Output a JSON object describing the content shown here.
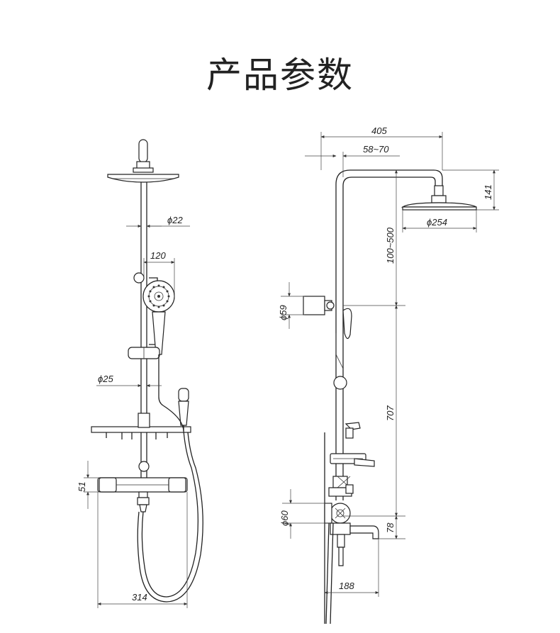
{
  "title": "产品参数",
  "front_view": {
    "pipe_diameter": "ϕ22",
    "handshower_width": "120",
    "bar_diameter": "ϕ25",
    "mixer_height": "51",
    "overall_width": "314"
  },
  "side_view": {
    "arm_length": "405",
    "arm_adjust": "58~70",
    "head_height": "141",
    "head_diameter": "ϕ254",
    "height_adjust": "100~500",
    "bracket_diameter": "ϕ59",
    "rail_length": "707",
    "valve_diameter": "ϕ60",
    "spout_drop": "78",
    "spout_reach": "188"
  }
}
